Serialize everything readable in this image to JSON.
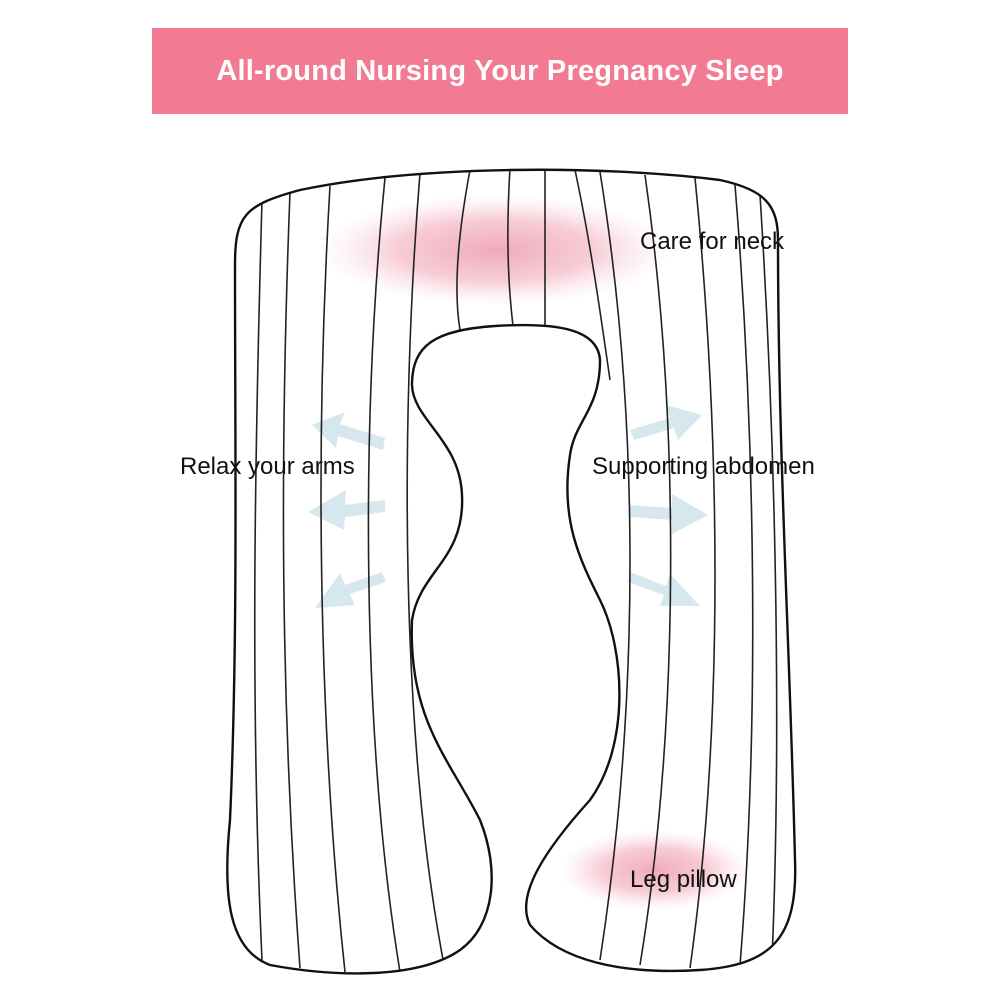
{
  "banner": {
    "title": "All-round Nursing Your Pregnancy Sleep"
  },
  "labels": {
    "neck": "Care for neck",
    "arms": "Relax your arms",
    "abdomen": "Supporting abdomen",
    "leg": "Leg pillow"
  },
  "colors": {
    "banner_background": "#f27a93",
    "banner_text": "#ffffff",
    "highlight_pink": "#f0a0b4",
    "arrow_blue": "#cfe3ec",
    "outline": "#111111"
  }
}
